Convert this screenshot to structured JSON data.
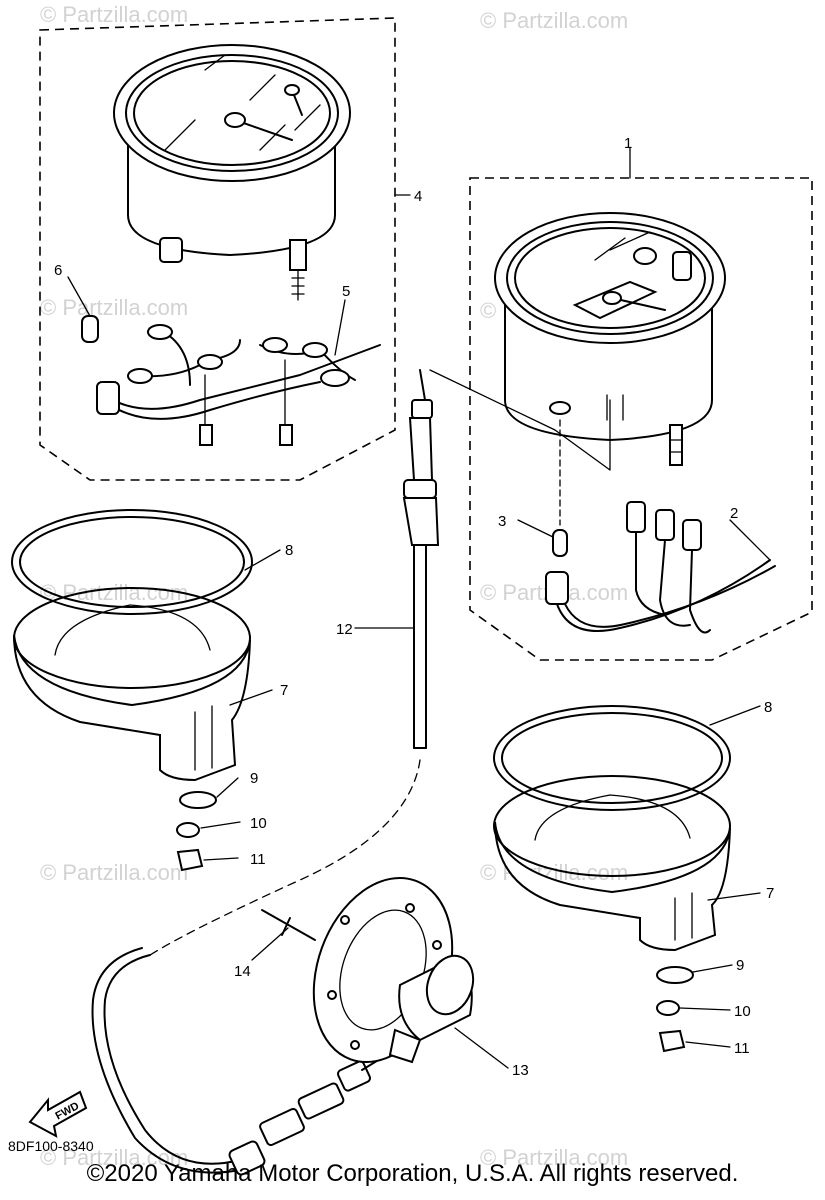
{
  "diagram": {
    "callouts": [
      "1",
      "2",
      "3",
      "4",
      "5",
      "6",
      "7",
      "8",
      "9",
      "10",
      "11",
      "12",
      "13",
      "14"
    ],
    "callouts_right": {
      "c7": "7",
      "c8": "8",
      "c9": "9",
      "c10": "10",
      "c11": "11"
    },
    "fwd_label": "FWD",
    "drawing_code": "8DF100-8340",
    "watermark": "© Partzilla.com",
    "copyright": "©2020 Yamaha Motor Corporation, U.S.A. All rights reserved."
  }
}
